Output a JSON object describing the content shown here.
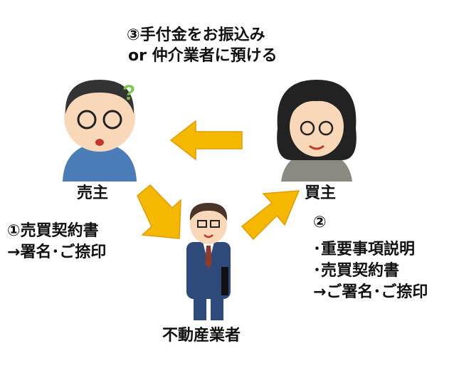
{
  "step3": {
    "line1": "③手付金をお振込み",
    "line2": "or 仲介業者に預ける"
  },
  "seller": {
    "label": "売主"
  },
  "buyer": {
    "label": "買主"
  },
  "agent": {
    "label": "不動産業者"
  },
  "step1": {
    "line1": "①売買契約書",
    "line2": "→署名･ご捺印"
  },
  "step2": {
    "line1": "②",
    "line2": "･重要事項説明",
    "line3": "･売買契約書",
    "line4": "→ご署名･ご捺印"
  },
  "colors": {
    "arrow": "#F5B800",
    "arrow_border": "#E39B00",
    "suit": "#2E4A7A",
    "seller_shirt": "#4A7DB8"
  }
}
